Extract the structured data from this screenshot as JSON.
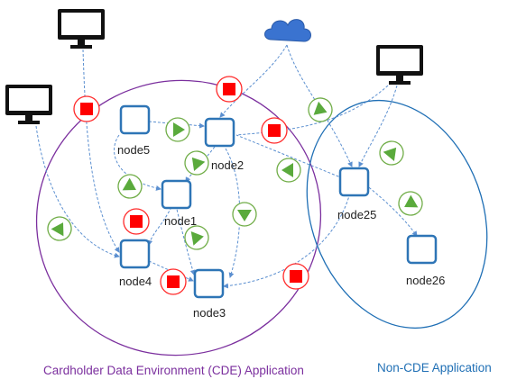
{
  "nodes": {
    "node5": "node5",
    "node2": "node2",
    "node1": "node1",
    "node4": "node4",
    "node3": "node3",
    "node25": "node25",
    "node26": "node26"
  },
  "captions": {
    "cde": "Cardholder Data Environment (CDE) Application",
    "noncde": "Non-CDE Application"
  },
  "colors": {
    "cde_boundary": "#7b2f9e",
    "noncde_boundary": "#1f6fb5",
    "node_stroke": "#2e75b6",
    "allow_fill": "#5aaa3c",
    "allow_ring": "#70ad47",
    "deny_fill": "#ff0000",
    "deny_ring": "#ff2a2a",
    "edge": "#5b8fd0",
    "cloud": "#3a73d0"
  },
  "icons": [
    "monitor-icon",
    "cloud-icon",
    "allow-arrow-icon",
    "deny-square-icon"
  ]
}
